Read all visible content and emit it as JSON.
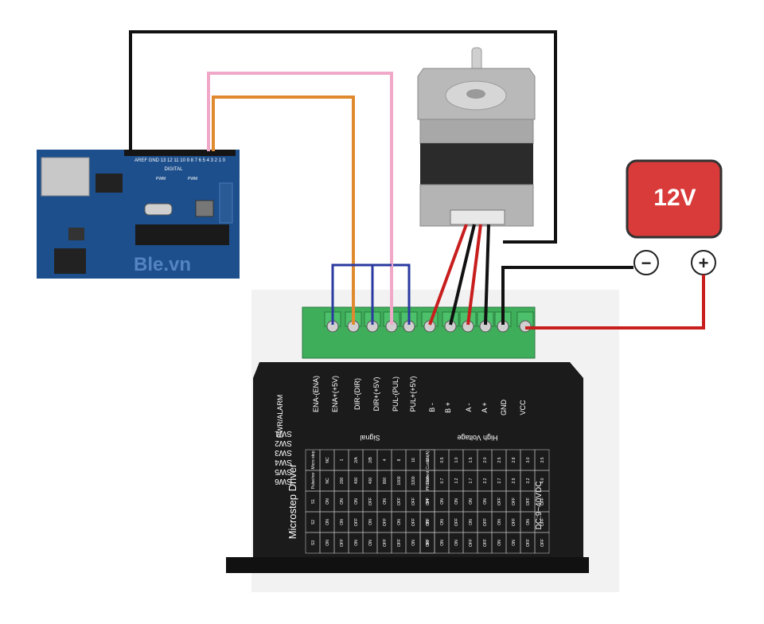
{
  "power_supply": {
    "label": "12V",
    "neg_symbol": "−",
    "pos_symbol": "+"
  },
  "arduino": {
    "header_labels": "AREF GND 13 12 11 10 9 8   7 6 5 4 3 2 1 0",
    "digital_label": "DIGITAL",
    "pwm_label": "PWM",
    "watermark": "Ble.vn"
  },
  "driver": {
    "pwr_alarm": "PWR/ALARM",
    "signal_terminals": [
      "ENA-(ENA)",
      "ENA+(+5V)",
      "DIR-(DIR)",
      "DIR+(+5V)",
      "PUL-(PUL)",
      "PUL+(+5V)"
    ],
    "power_terminals": [
      "B -",
      "B +",
      "A -",
      "A +",
      "GND",
      "VCC"
    ],
    "signal_group": "Signal",
    "power_group": "High Voltage",
    "switches": [
      "SW1",
      "SW2",
      "SW3",
      "SW4",
      "SW5",
      "SW6"
    ],
    "title": "Microstep Driver",
    "voltage": "DC:9~40VDC",
    "micro_table": {
      "headers": [
        "Micro step",
        "Pulse/rev",
        "S1",
        "S2",
        "S3"
      ],
      "rows": [
        [
          "NC",
          "NC",
          "ON",
          "ON",
          "ON"
        ],
        [
          "1",
          "200",
          "ON",
          "ON",
          "OFF"
        ],
        [
          "2/A",
          "400",
          "ON",
          "OFF",
          "ON"
        ],
        [
          "2/B",
          "400",
          "OFF",
          "ON",
          "ON"
        ],
        [
          "4",
          "800",
          "ON",
          "OFF",
          "OFF"
        ],
        [
          "8",
          "1600",
          "OFF",
          "ON",
          "OFF"
        ],
        [
          "16",
          "3200",
          "OFF",
          "OFF",
          "ON"
        ],
        [
          "32",
          "6400",
          "OFF",
          "OFF",
          "OFF"
        ]
      ]
    },
    "current_table": {
      "headers": [
        "Current(A)",
        "PK Current",
        "S4",
        "S5",
        "S6"
      ],
      "rows": [
        [
          "0.5",
          "0.7",
          "ON",
          "ON",
          "ON"
        ],
        [
          "1.0",
          "1.2",
          "ON",
          "OFF",
          "ON"
        ],
        [
          "1.5",
          "1.7",
          "ON",
          "ON",
          "OFF"
        ],
        [
          "2.0",
          "2.2",
          "ON",
          "OFF",
          "OFF"
        ],
        [
          "2.5",
          "2.7",
          "OFF",
          "ON",
          "ON"
        ],
        [
          "2.8",
          "2.9",
          "OFF",
          "OFF",
          "ON"
        ],
        [
          "3.0",
          "3.2",
          "OFF",
          "ON",
          "OFF"
        ],
        [
          "3.5",
          "4.0",
          "OFF",
          "OFF",
          "OFF"
        ]
      ]
    }
  },
  "colors": {
    "wire_black": "#111111",
    "wire_pink": "#f0a8c8",
    "wire_orange": "#e08a30",
    "wire_blue": "#2a3aa0",
    "wire_red": "#c81e1e",
    "terminal_green": "#3fae5a",
    "board_blue": "#1d4f8c",
    "driver_body": "#1b1b1b",
    "psu_red": "#d93a3a"
  }
}
